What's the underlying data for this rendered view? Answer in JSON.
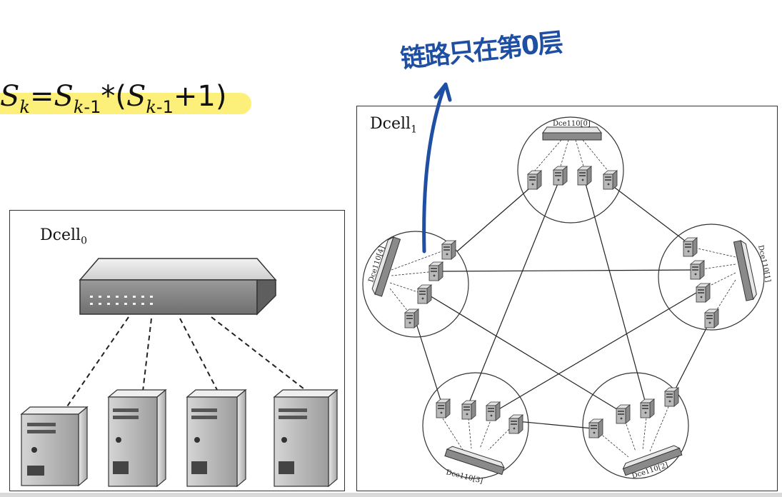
{
  "formula": {
    "lhs_var": "S",
    "lhs_sub": "k",
    "rhs_var": "S",
    "rhs_sub_var": "k",
    "rhs_sub_num": "-1",
    "times": "*(",
    "inner_var": "S",
    "inner_sub_var": "k",
    "inner_sub_num": "-1",
    "tail": "+1)"
  },
  "annotation": {
    "handwritten_note": "链路只在第0层",
    "note_color": "#1f4fa3",
    "highlight_color": "#fdf07a"
  },
  "dcell0": {
    "title_base": "Dcell",
    "title_sub": "0",
    "servers": 4
  },
  "dcell1": {
    "title_base": "Dcell",
    "title_sub": "1",
    "cells": [
      {
        "label": "Dce110[0]"
      },
      {
        "label": "Dce110[1]"
      },
      {
        "label": "Dce110[2]"
      },
      {
        "label": "Dce110[3]"
      },
      {
        "label": "Dce110[4]"
      }
    ]
  }
}
